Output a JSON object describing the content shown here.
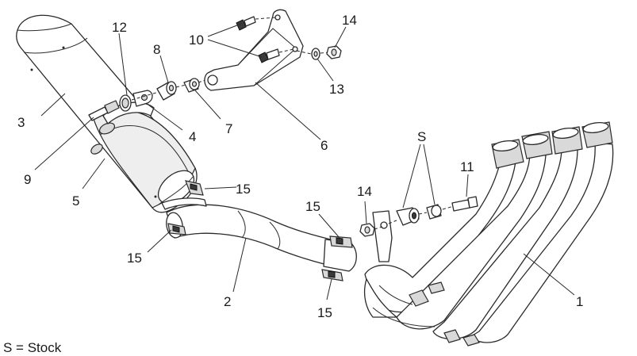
{
  "legend": "S = Stock",
  "callouts": {
    "c1": "1",
    "c2": "2",
    "c3": "3",
    "c4": "4",
    "c5": "5",
    "c6": "6",
    "c7": "7",
    "c8": "8",
    "c9": "9",
    "c10": "10",
    "c11": "11",
    "c12": "12",
    "c13": "13",
    "c14a": "14",
    "c14b": "14",
    "c15a": "15",
    "c15b": "15",
    "c15c": "15",
    "c15d": "15",
    "cs": "S"
  }
}
